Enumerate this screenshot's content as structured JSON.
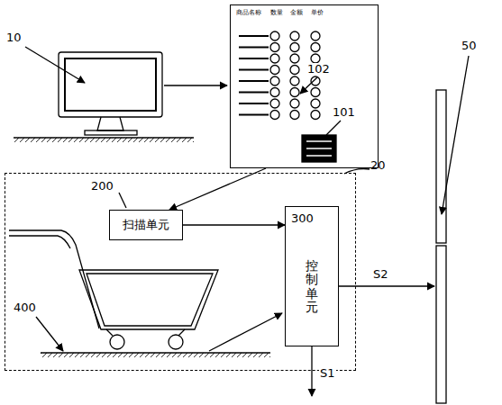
{
  "diagram": {
    "nodes": [
      {
        "text": [
          "商品名称",
          "数量",
          "金额",
          "单价"
        ]
      },
      {
        "text": [
          "20"
        ]
      },
      {
        "text": [
          "扫描单元"
        ],
        "in": 1
      },
      {
        "text": [
          "控制单元"
        ],
        "in": 1
      }
    ],
    "edges": [
      {
        "from": 0,
        "to": 2,
        "arrow": "to"
      },
      {
        "from": 2,
        "to": 3,
        "arrow": "to"
      }
    ],
    "labels": [
      "10",
      "102",
      "101",
      "200",
      "300",
      "400",
      "S2",
      "S1",
      "50"
    ]
  }
}
